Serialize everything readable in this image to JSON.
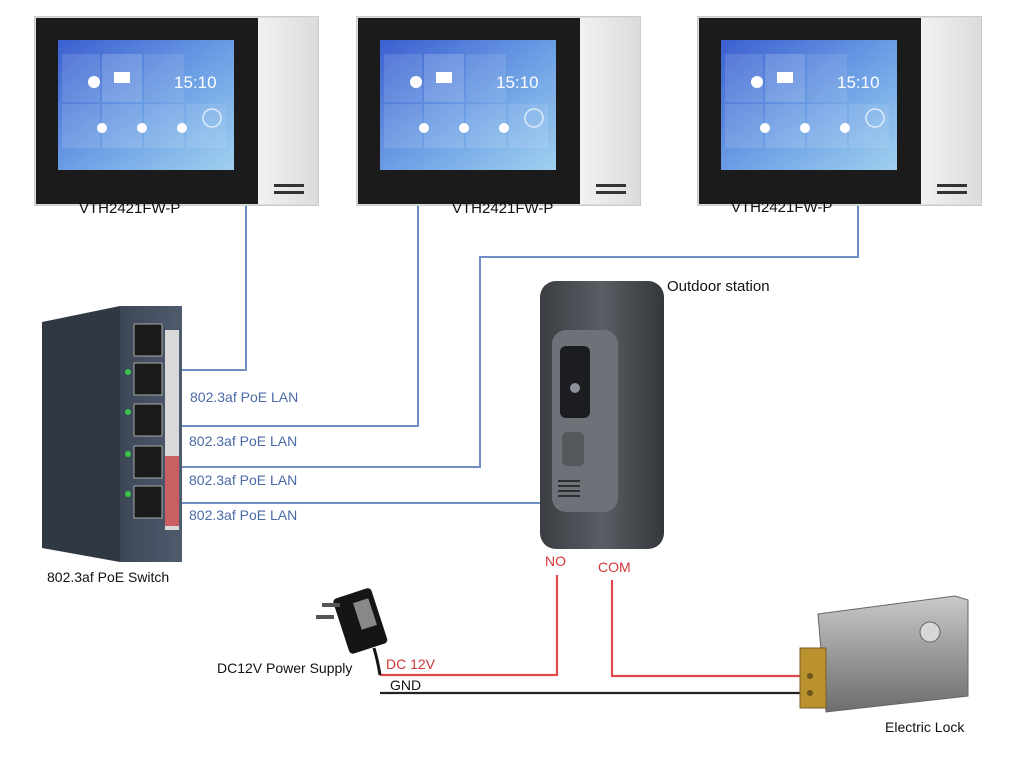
{
  "monitors": [
    {
      "label": "VTH2421FW-P",
      "screen_time": "15:10"
    },
    {
      "label": "VTH2421FW-P",
      "screen_time": "15:10"
    },
    {
      "label": "VTH2421FW-P",
      "screen_time": "15:10"
    }
  ],
  "switch": {
    "label": "802.3af PoE Switch"
  },
  "lan_labels": [
    "802.3af PoE LAN",
    "802.3af PoE LAN",
    "802.3af PoE LAN",
    "802.3af PoE LAN"
  ],
  "outdoor_station": {
    "label": "Outdoor station"
  },
  "terminals": {
    "no": "NO",
    "com": "COM"
  },
  "power_supply": {
    "label": "DC12V Power Supply",
    "dc_label": "DC 12V",
    "gnd_label": "GND"
  },
  "lock": {
    "label": "Electric Lock"
  },
  "colors": {
    "lan_wire": "#6e8fc6",
    "power_wire": "#e0484c",
    "ground_wire": "#222222",
    "lan_text": "#4a6aa8",
    "power_text": "#d3363a"
  }
}
